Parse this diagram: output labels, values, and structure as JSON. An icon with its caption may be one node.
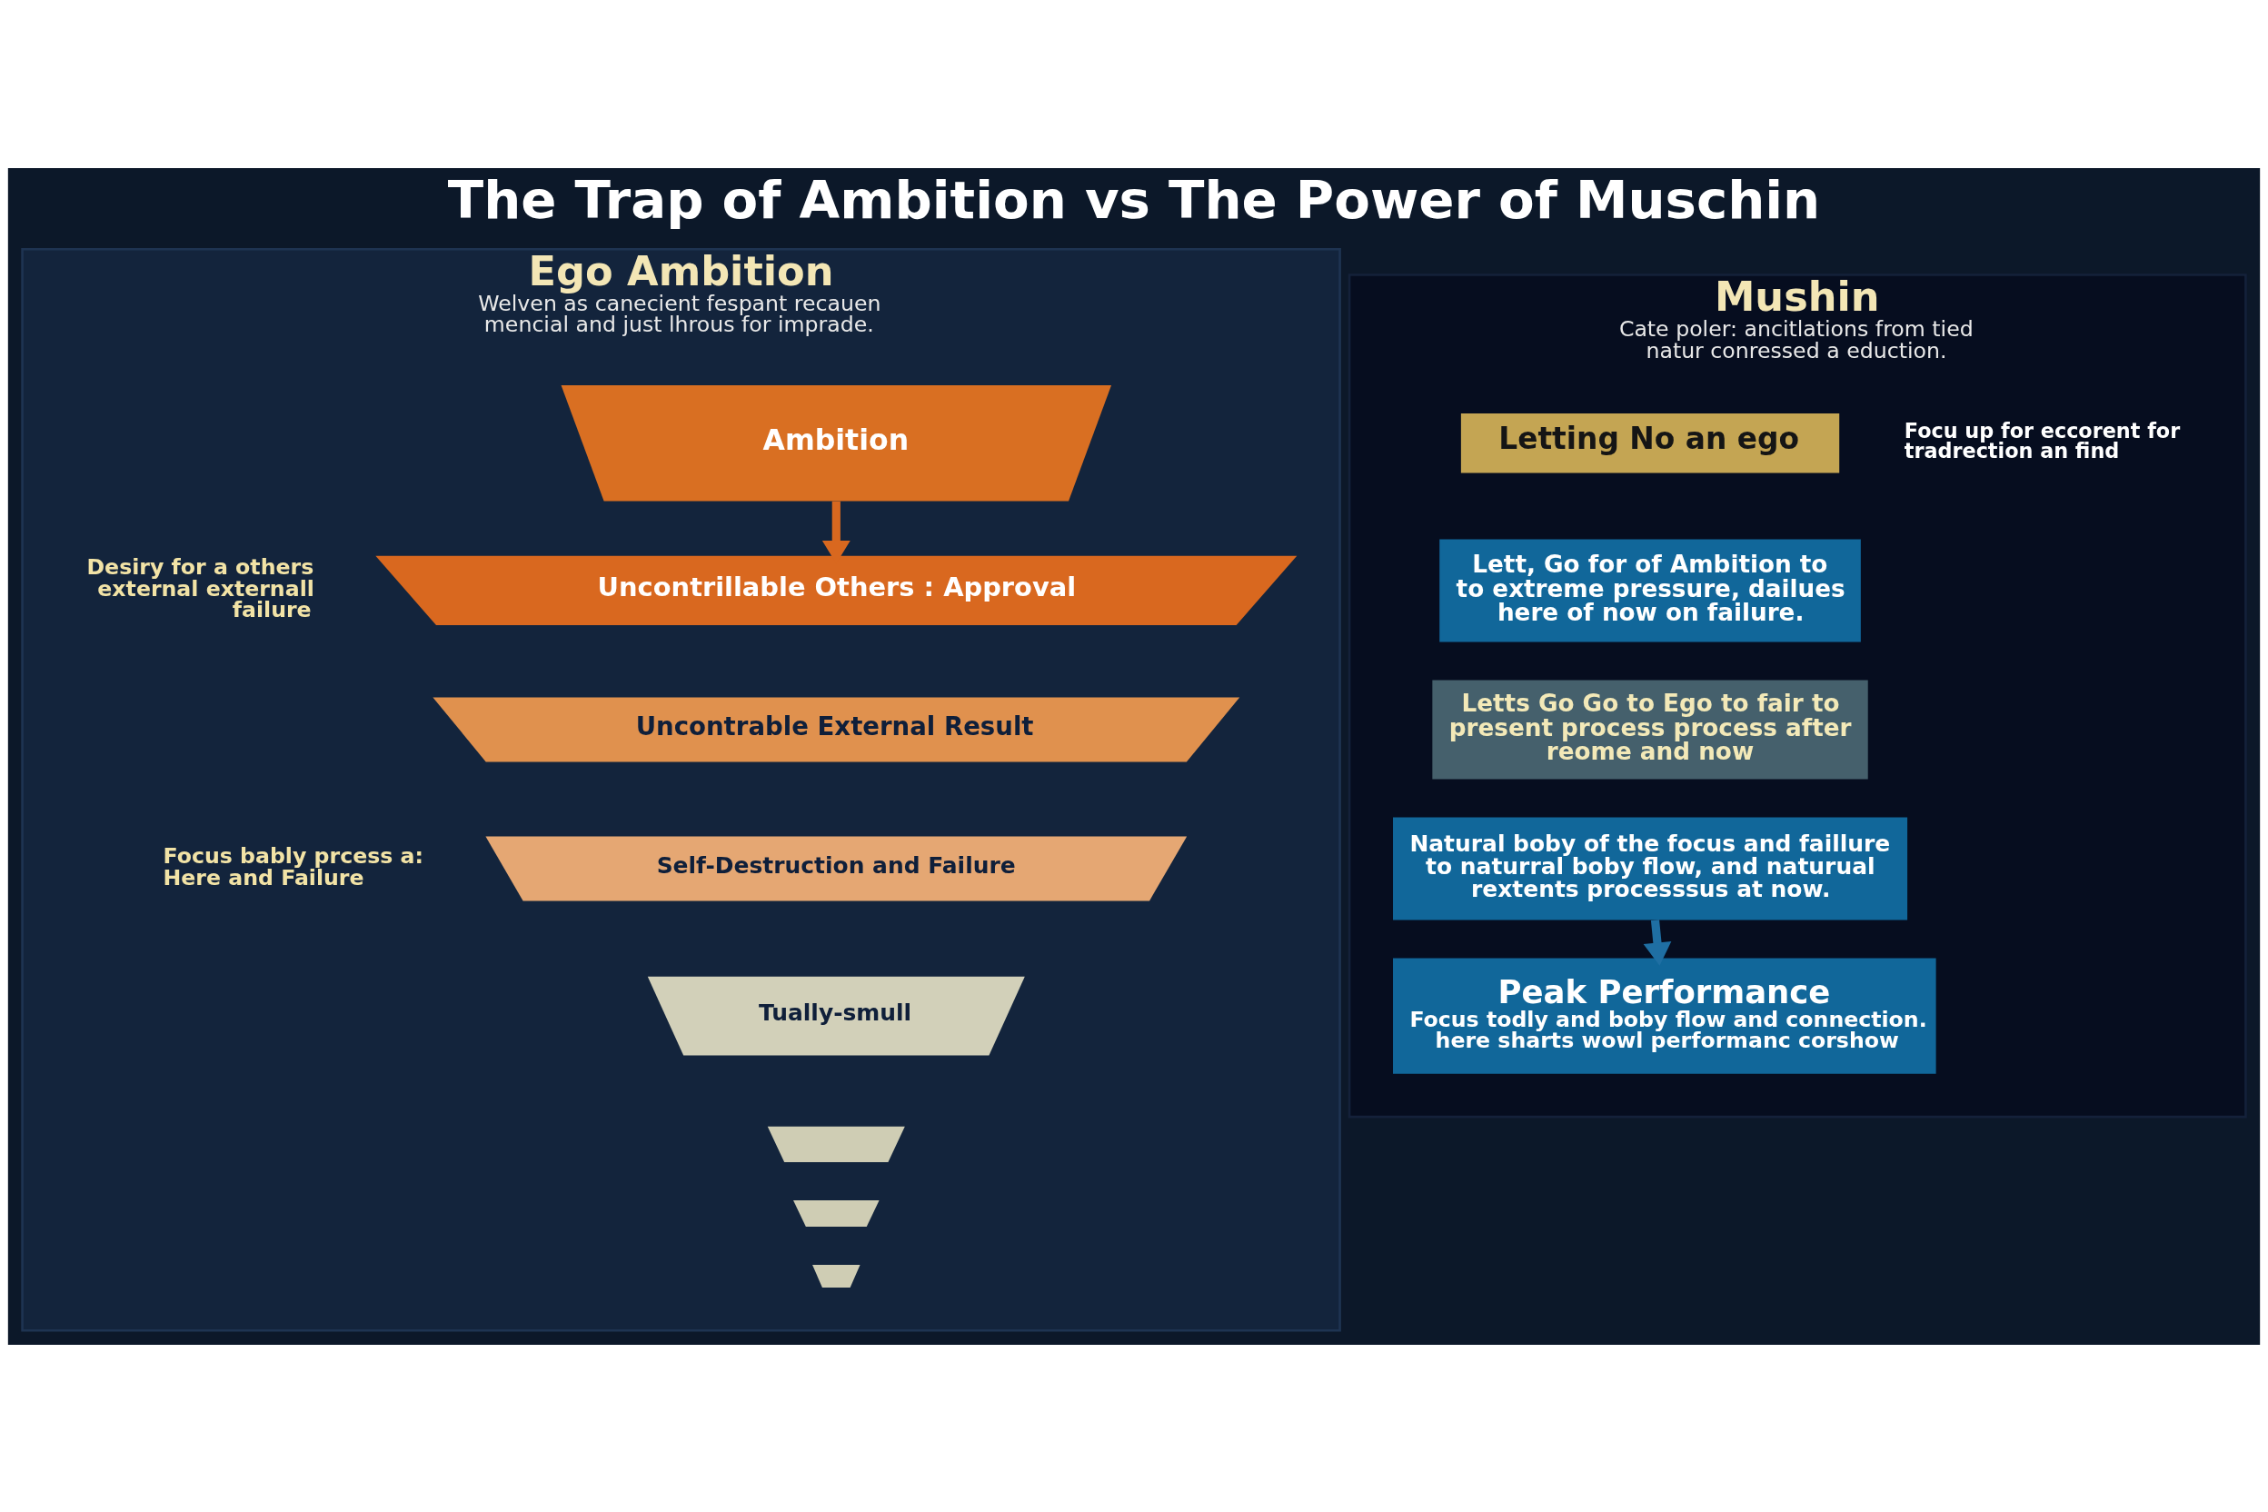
{
  "diagram": {
    "title": "The Trap of Ambition vs The Power of Muschin",
    "nodes": [
      {
        "text": [
          "Ego Ambition",
          "Welven as canecient fespant recauen mencial and just lhrous for imprade."
        ]
      },
      {
        "text": [
          "Ambition"
        ],
        "in": 0
      },
      {
        "text": [
          "Uncontrillable Others : Approval"
        ],
        "in": 0,
        "beside": [
          "Desiry for a others external externall failure"
        ]
      },
      {
        "text": [
          "Uncontrable External Result"
        ],
        "in": 0
      },
      {
        "text": [
          "Self-Destruction and Failure"
        ],
        "in": 0,
        "beside": [
          "Focus bably prcess a: Here and Failure"
        ]
      },
      {
        "text": [
          "Tually-smull"
        ],
        "in": 0
      },
      {
        "text": [],
        "shape": "bar",
        "in": 0
      },
      {
        "text": [],
        "shape": "bar",
        "in": 0
      },
      {
        "text": [],
        "shape": "bar",
        "in": 0
      },
      {
        "text": [
          "Mushin",
          "Cate poler: ancitlations from tied natur conressed a eduction."
        ]
      },
      {
        "text": [
          "Letting No an ego"
        ],
        "in": 9,
        "beside": [
          "Focu up for eccorent for tradrection an find"
        ]
      },
      {
        "text": [
          "Lett, Go for of Ambition to to extreme pressure, dailues here of now on failure."
        ],
        "in": 9
      },
      {
        "text": [
          "Letts Go Go to Ego to fair to present process process after reome and now"
        ],
        "in": 9
      },
      {
        "text": [
          "Natural boby of the focus and faillure to naturral boby flow, and naturual rextents processsus at now."
        ],
        "in": 9
      },
      {
        "text": [
          "Peak Performance",
          "Focus todly and boby flow and connection. here sharts wowl performanc corshow"
        ],
        "in": 9
      }
    ],
    "edges": [
      {
        "from": 1,
        "to": 2,
        "arrow": "to",
        "color": "#d9681f"
      },
      {
        "from": 13,
        "to": 14,
        "arrow": "to",
        "color": "#1f6fa3"
      }
    ]
  }
}
